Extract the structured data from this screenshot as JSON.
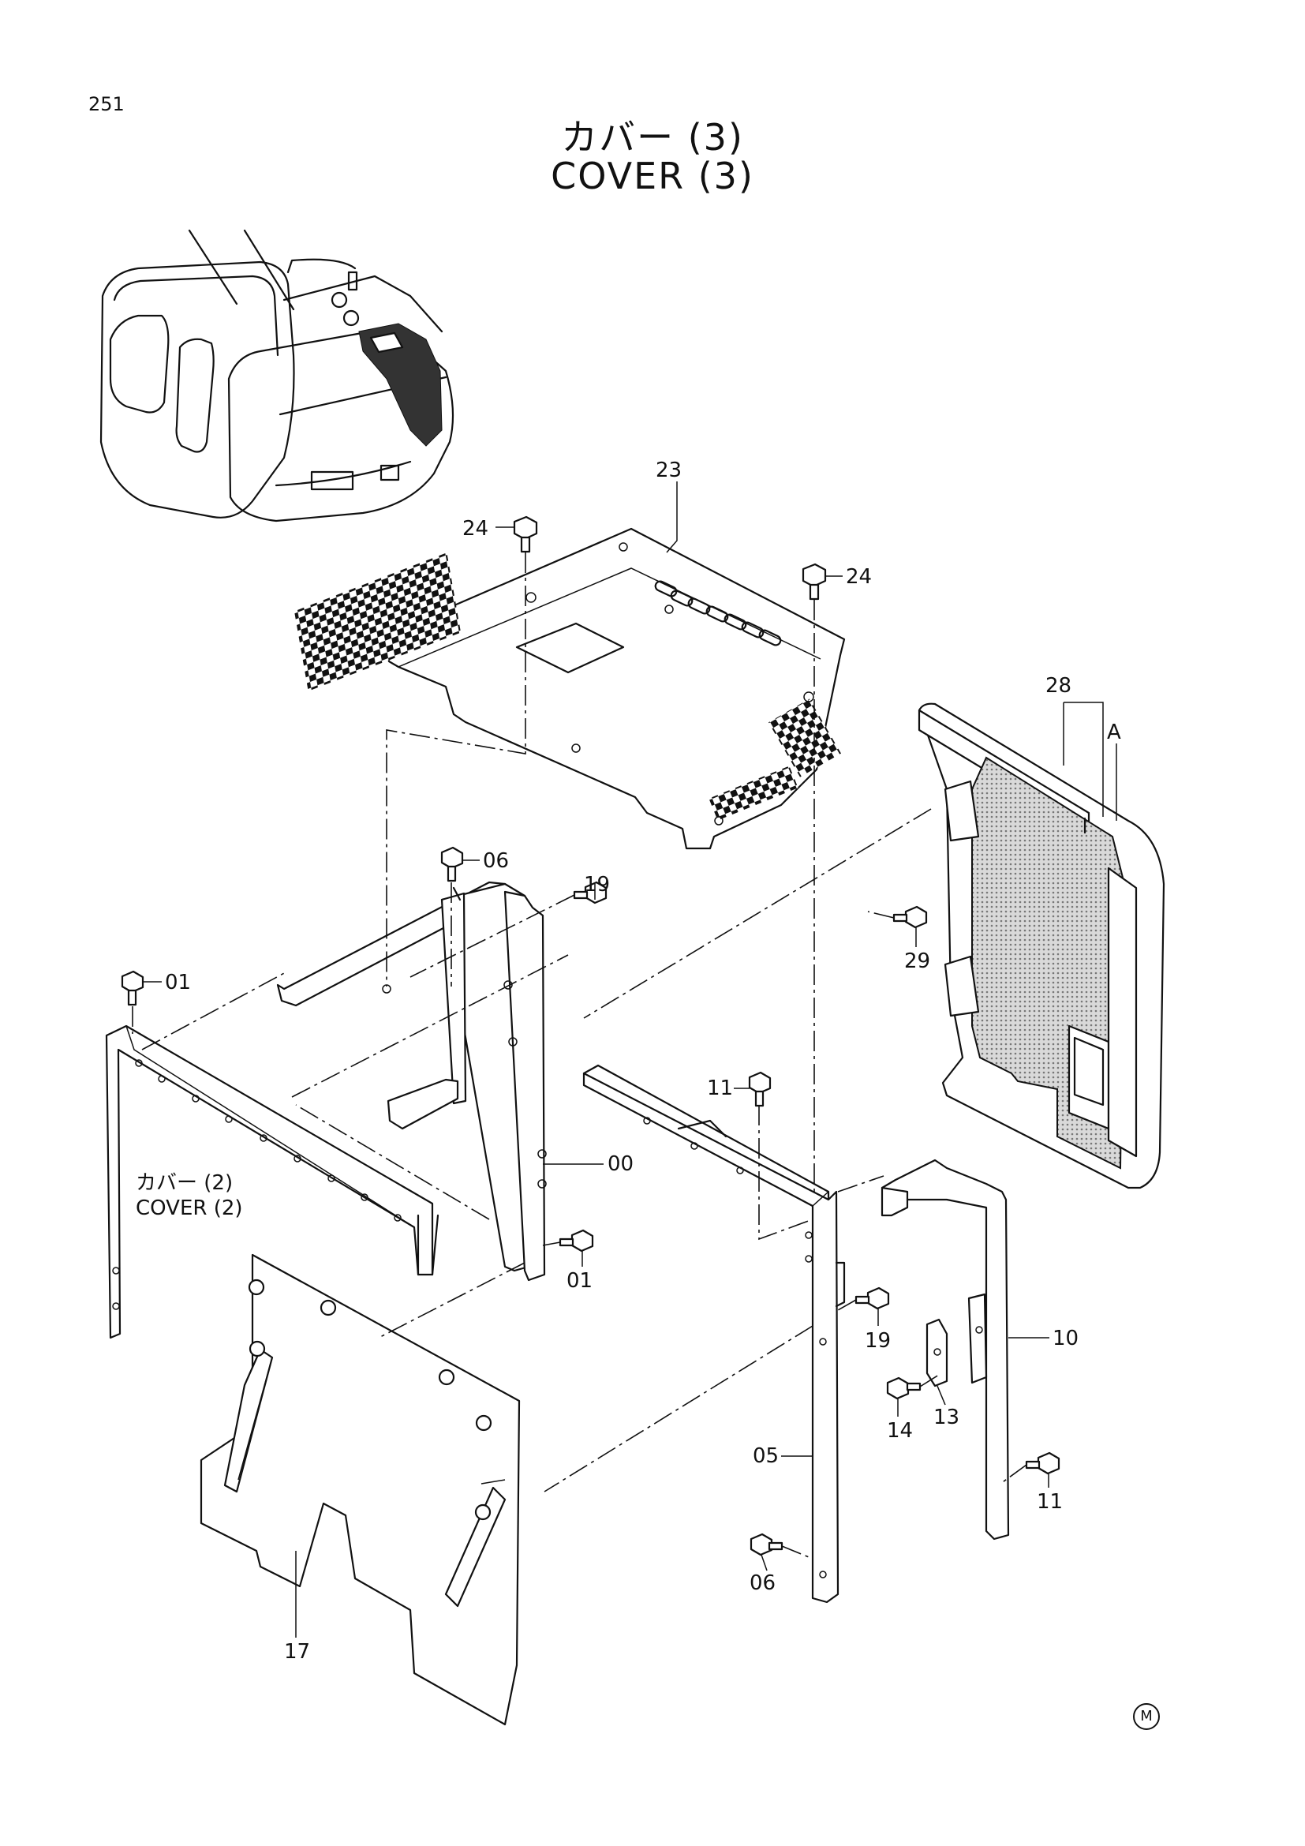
{
  "page_number": "251",
  "title_ja": "カバー (3)",
  "title_en": "COVER (3)",
  "cross_reference": {
    "ja": "カバー (2)",
    "en": "COVER (2)"
  },
  "detail_marker": "A",
  "corner_mark": "M",
  "callouts": {
    "p23": "23",
    "p24a": "24",
    "p24b": "24",
    "p28": "28",
    "p06a": "06",
    "p19a": "19",
    "p29": "29",
    "p01a": "01",
    "p11a": "11",
    "p00": "00",
    "p01b": "01",
    "p19b": "19",
    "p10": "10",
    "p13": "13",
    "p14": "14",
    "p05": "05",
    "p11b": "11",
    "p06b": "06",
    "p17": "17"
  }
}
